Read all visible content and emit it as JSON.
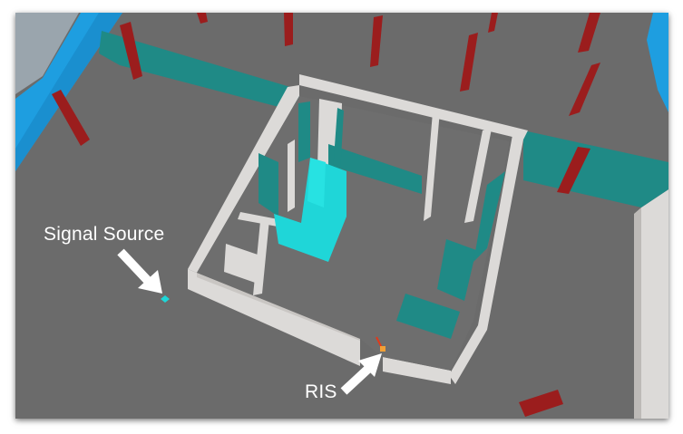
{
  "annotations": {
    "signal_source_label": "Signal Source",
    "ris_label": "RIS"
  },
  "colors": {
    "ground": "#6b6b6b",
    "wall_white": "#dcdad8",
    "wall_teal": "#1f8a86",
    "panel_cyan": "#1fd6d8",
    "pillar_red": "#9b1d1d",
    "water_blue": "#1e9ee0",
    "arrow": "#ffffff"
  },
  "icons": {
    "source_marker": "cyan-diamond",
    "ris_marker": "orange-square"
  }
}
